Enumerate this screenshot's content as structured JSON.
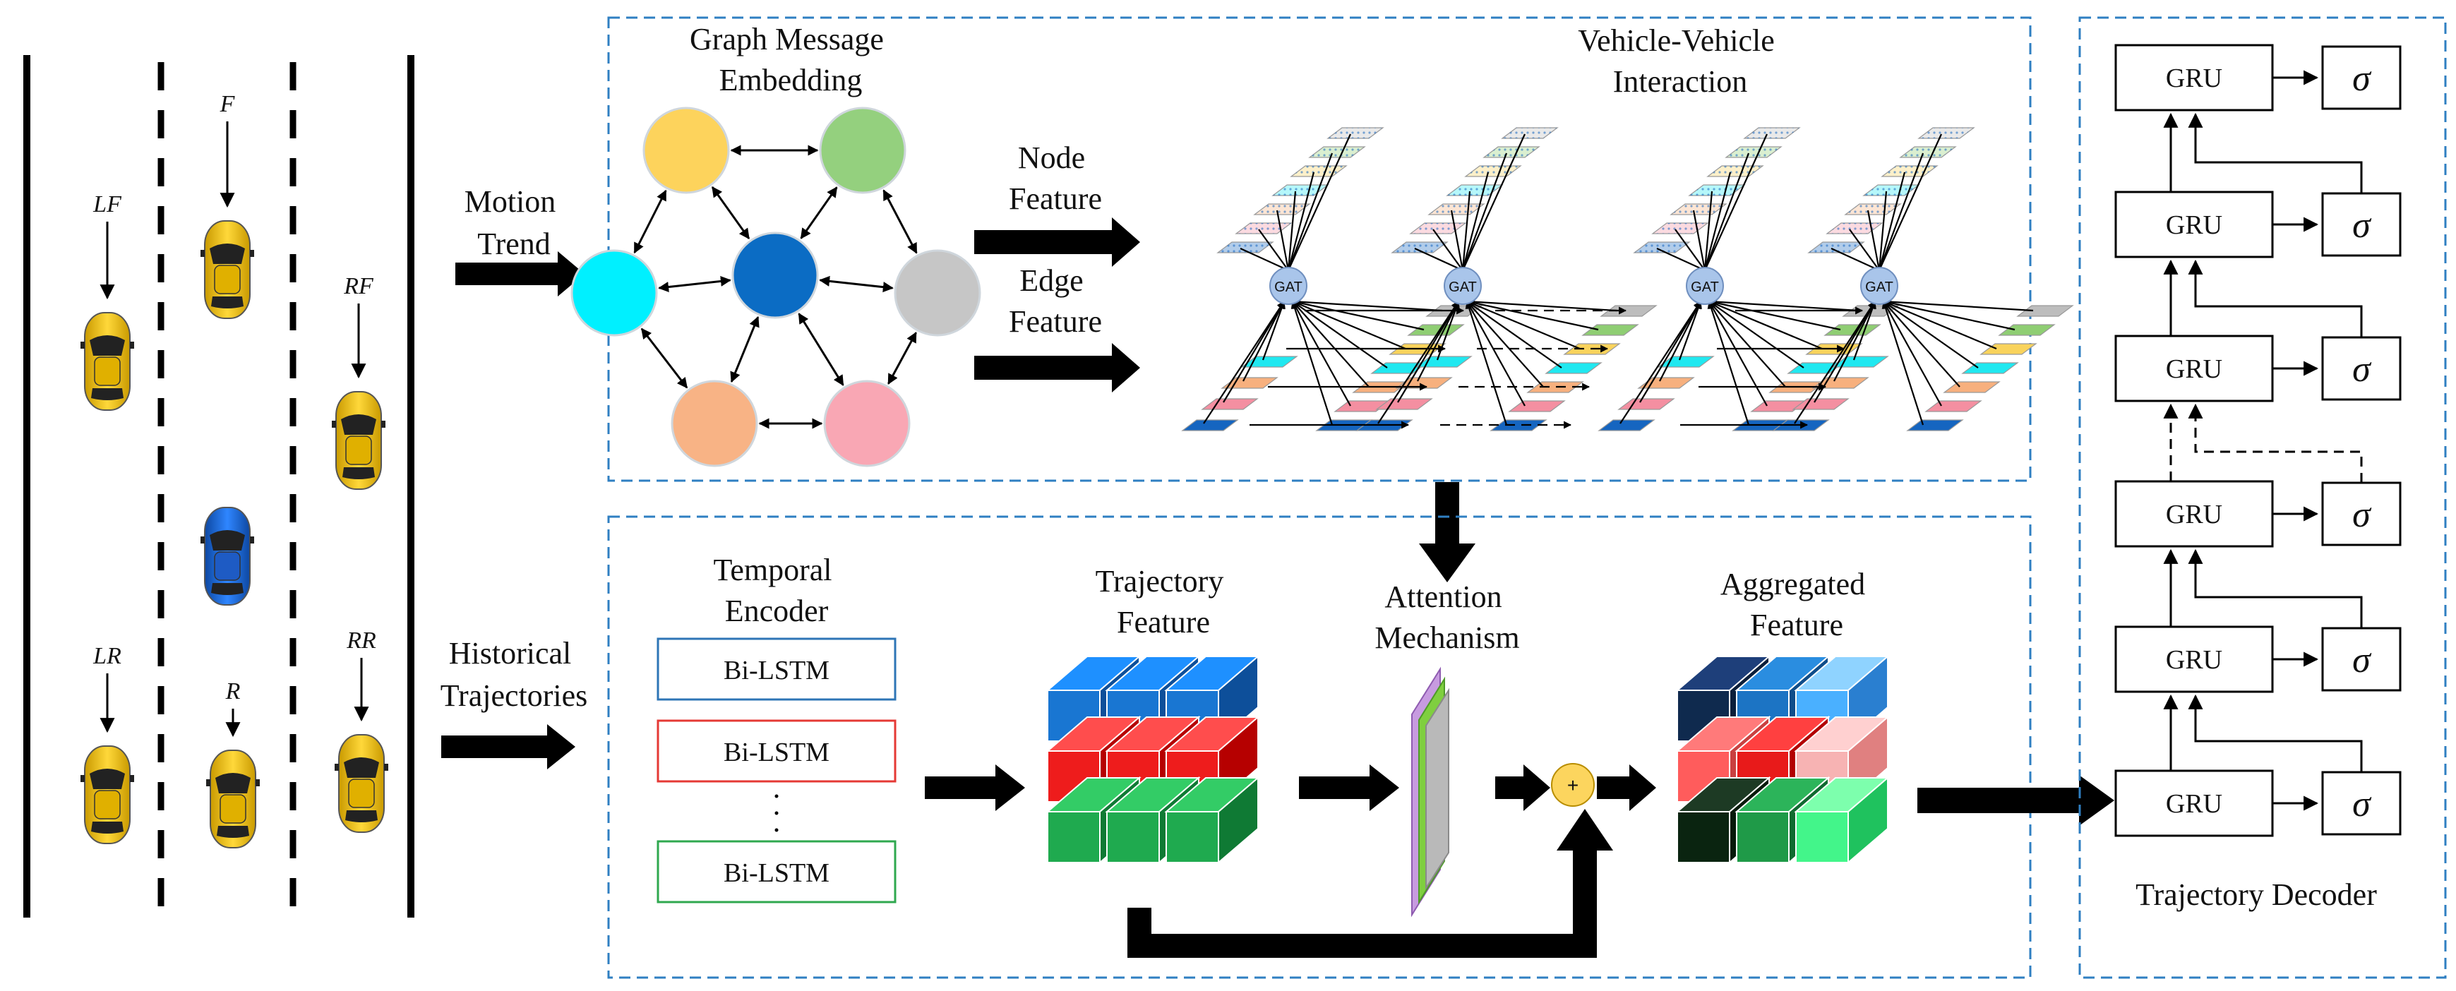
{
  "road": {
    "car_labels": {
      "lf": "LF",
      "f": "F",
      "rf": "RF",
      "lr": "LR",
      "r": "R",
      "rr": "RR"
    },
    "car_color": "#f5c400",
    "ego_color": "#1565d8"
  },
  "inputs": {
    "motion_trend": [
      "Motion",
      "Trend"
    ],
    "historical_trajectories": [
      "Historical",
      "Trajectories"
    ]
  },
  "graph_module": {
    "title": [
      "Graph Message",
      "Embedding"
    ],
    "node_colors": [
      "#fdd35c",
      "#94d07e",
      "#00f0ff",
      "#0b6cc4",
      "#c6c6c6",
      "#f8b385",
      "#f9a7b4"
    ],
    "node_feature": [
      "Node",
      "Feature"
    ],
    "edge_feature": [
      "Edge",
      "Feature"
    ],
    "interaction_title": [
      "Vehicle-Vehicle",
      "Interaction"
    ],
    "gat_label": "GAT",
    "layer_colors": [
      "#1565c0",
      "#f48fa1",
      "#f7b07e",
      "#20e8f0",
      "#f9d35c",
      "#8fce73",
      "#bdbdbd"
    ]
  },
  "temporal_module": {
    "title": [
      "Temporal",
      "Encoder"
    ],
    "encoders": [
      {
        "label": "Bi-LSTM",
        "color": "#2e75b6"
      },
      {
        "label": "Bi-LSTM",
        "color": "#e53935"
      },
      {
        "label": "Bi-LSTM",
        "color": "#2fa84f"
      }
    ],
    "trajectory_feature": [
      "Trajectory",
      "Feature"
    ],
    "attention": [
      "Attention",
      "Mechanism"
    ],
    "plus_symbol": "+",
    "aggregated_feature": [
      "Aggregated",
      "Feature"
    ]
  },
  "decoder": {
    "units": [
      "GRU",
      "GRU",
      "GRU",
      "GRU",
      "GRU",
      "GRU"
    ],
    "sigma": "σ",
    "title": "Trajectory Decoder"
  },
  "colors": {
    "dash_border": "#2f7fc2",
    "arrow": "#000000"
  }
}
